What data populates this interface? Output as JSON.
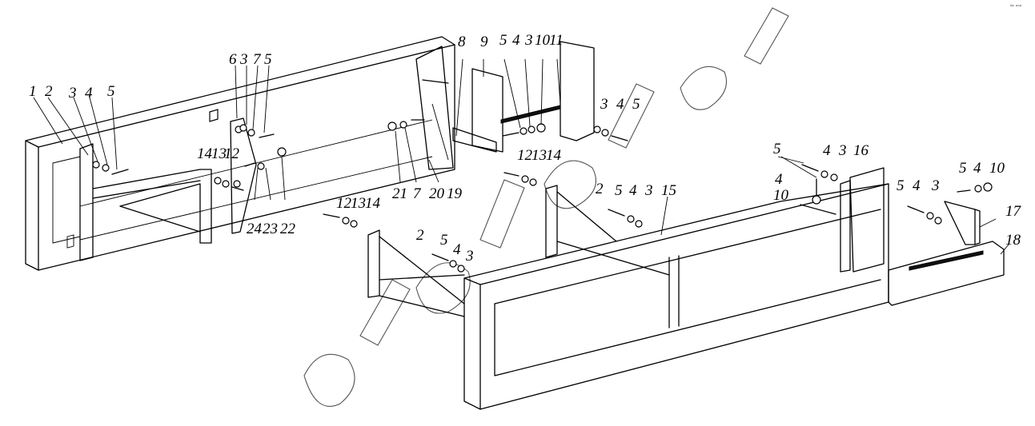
{
  "corner_mark": "⁰ᵖ ᵒᵒᵒ",
  "callouts": [
    {
      "id": "c1",
      "text": "1"
    },
    {
      "id": "c2",
      "text": "2"
    },
    {
      "id": "c3",
      "text": "3"
    },
    {
      "id": "c4",
      "text": "4"
    },
    {
      "id": "c5",
      "text": "5"
    },
    {
      "id": "c6",
      "text": "6"
    },
    {
      "id": "c7",
      "text": "3"
    },
    {
      "id": "c8",
      "text": "7"
    },
    {
      "id": "c9",
      "text": "5"
    },
    {
      "id": "c10",
      "text": "8"
    },
    {
      "id": "c11",
      "text": "9"
    },
    {
      "id": "c12",
      "text": "5"
    },
    {
      "id": "c13",
      "text": "4"
    },
    {
      "id": "c14",
      "text": "3"
    },
    {
      "id": "c15",
      "text": "10"
    },
    {
      "id": "c16",
      "text": "11"
    },
    {
      "id": "c17",
      "text": "3"
    },
    {
      "id": "c18",
      "text": "4"
    },
    {
      "id": "c19",
      "text": "5"
    },
    {
      "id": "c20",
      "text": "14"
    },
    {
      "id": "c21",
      "text": "13"
    },
    {
      "id": "c22",
      "text": "12"
    },
    {
      "id": "c23",
      "text": "24"
    },
    {
      "id": "c24",
      "text": "23"
    },
    {
      "id": "c25",
      "text": "22"
    },
    {
      "id": "c26",
      "text": "21"
    },
    {
      "id": "c27",
      "text": "7"
    },
    {
      "id": "c28",
      "text": "20"
    },
    {
      "id": "c29",
      "text": "19"
    },
    {
      "id": "c30",
      "text": "12"
    },
    {
      "id": "c31",
      "text": "13"
    },
    {
      "id": "c32",
      "text": "14"
    },
    {
      "id": "c33",
      "text": "2"
    },
    {
      "id": "c34",
      "text": "5"
    },
    {
      "id": "c35",
      "text": "4"
    },
    {
      "id": "c36",
      "text": "3"
    },
    {
      "id": "c37",
      "text": "15"
    },
    {
      "id": "c38",
      "text": "12"
    },
    {
      "id": "c39",
      "text": "13"
    },
    {
      "id": "c40",
      "text": "14"
    },
    {
      "id": "c41",
      "text": "2"
    },
    {
      "id": "c42",
      "text": "5"
    },
    {
      "id": "c43",
      "text": "4"
    },
    {
      "id": "c44",
      "text": "3"
    },
    {
      "id": "c45",
      "text": "5"
    },
    {
      "id": "c46",
      "text": "4"
    },
    {
      "id": "c47",
      "text": "3"
    },
    {
      "id": "c48",
      "text": "16"
    },
    {
      "id": "c49",
      "text": "4"
    },
    {
      "id": "c50",
      "text": "10"
    },
    {
      "id": "c51",
      "text": "5"
    },
    {
      "id": "c52",
      "text": "4"
    },
    {
      "id": "c53",
      "text": "10"
    },
    {
      "id": "c54",
      "text": "5"
    },
    {
      "id": "c55",
      "text": "4"
    },
    {
      "id": "c56",
      "text": "3"
    },
    {
      "id": "c57",
      "text": "17"
    },
    {
      "id": "c58",
      "text": "18"
    }
  ]
}
